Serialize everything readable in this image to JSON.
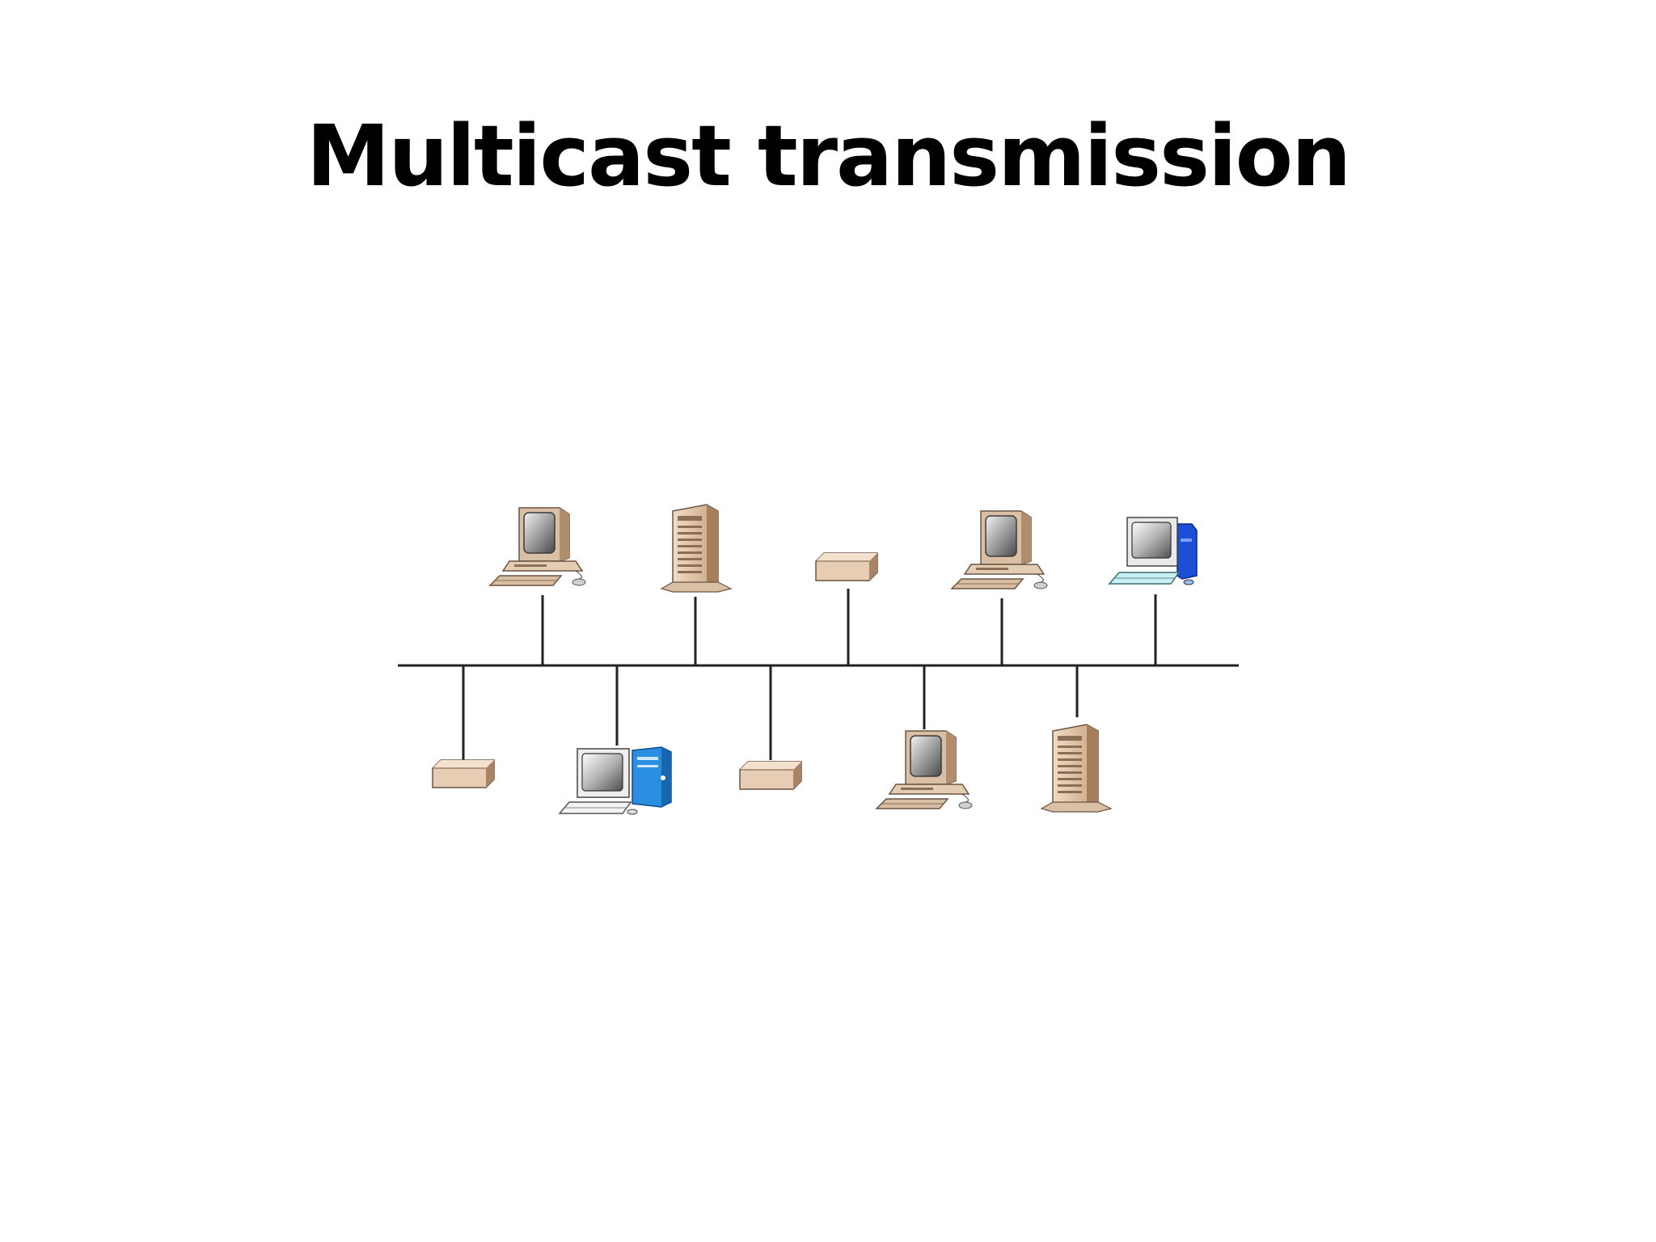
{
  "slide": {
    "title": "Multicast transmission"
  },
  "diagram": {
    "topology": "bus",
    "nodes_top": [
      {
        "kind": "desktop-computer"
      },
      {
        "kind": "tower-server"
      },
      {
        "kind": "network-box"
      },
      {
        "kind": "desktop-computer"
      },
      {
        "kind": "desktop-computer-blue"
      }
    ],
    "nodes_bottom": [
      {
        "kind": "network-box"
      },
      {
        "kind": "workstation-blue-tower"
      },
      {
        "kind": "network-box"
      },
      {
        "kind": "desktop-computer"
      },
      {
        "kind": "tower-server"
      }
    ]
  },
  "colors": {
    "beige": "#ddc3a8",
    "beige_dark": "#b58f6c",
    "monitor_gray": "#9a9a9a",
    "blue_tower": "#1d4fd6",
    "cyan_tower": "#2a8fe0",
    "line": "#222222"
  }
}
